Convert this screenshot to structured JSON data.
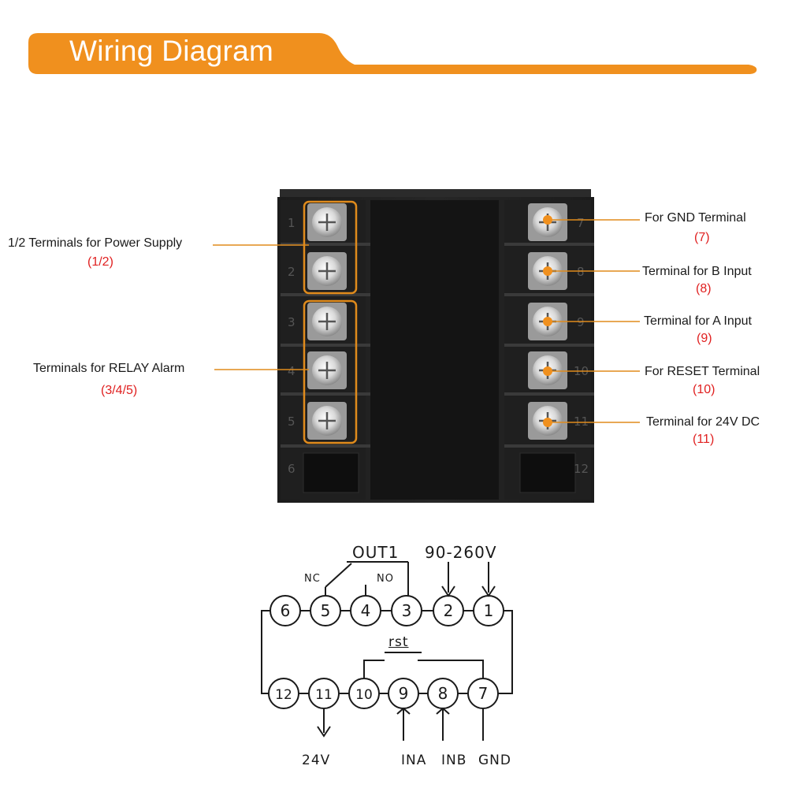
{
  "header": {
    "title": "Wiring Diagram",
    "accent_color": "#f0901e"
  },
  "device": {
    "left_terminal_numbers": [
      "1",
      "2",
      "3",
      "4",
      "5",
      "6"
    ],
    "right_terminal_numbers": [
      "7",
      "8",
      "9",
      "10",
      "11",
      "12"
    ]
  },
  "callouts": {
    "power_supply": {
      "label": "1/2 Terminals for Power Supply",
      "number": "(1/2)"
    },
    "relay_alarm": {
      "label": "Terminals for RELAY Alarm",
      "number": "(3/4/5)"
    },
    "gnd": {
      "label": "For GND Terminal",
      "number": "(7)"
    },
    "b_input": {
      "label": "Terminal for B Input",
      "number": "(8)"
    },
    "a_input": {
      "label": "Terminal for A Input",
      "number": "(9)"
    },
    "reset": {
      "label": "For RESET Terminal",
      "number": "(10)"
    },
    "dc24v": {
      "label": "Terminal for 24V DC",
      "number": "(11)"
    }
  },
  "schematic": {
    "out1": "OUT1",
    "voltage": "90-260V",
    "nc": "NC",
    "no": "NO",
    "rst": "rst",
    "top_row": [
      "6",
      "5",
      "4",
      "3",
      "2",
      "1"
    ],
    "bottom_row": [
      "12",
      "11",
      "10",
      "9",
      "8",
      "7"
    ],
    "label_24v": "24V",
    "label_ina": "INA",
    "label_inb": "INB",
    "label_gnd": "GND"
  }
}
